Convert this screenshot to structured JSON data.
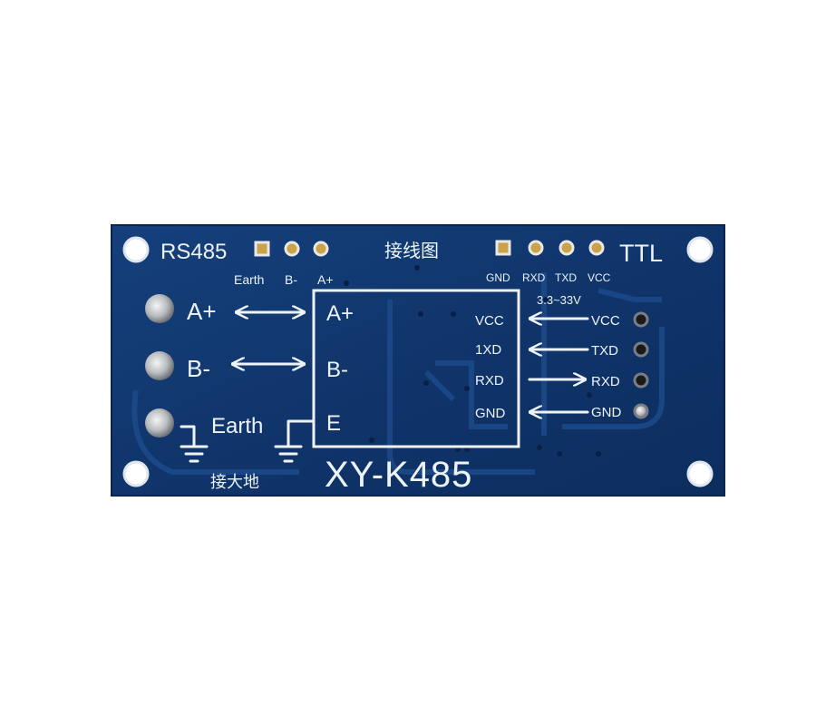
{
  "board": {
    "model": "XY-K485",
    "diagram_title": "接线图",
    "colors": {
      "pcb": "#10356b",
      "silkscreen": "#eef3f8",
      "trace": "#1a4684",
      "via": "#0a1f45"
    }
  },
  "rs485": {
    "header_label": "RS485",
    "pin_labels": [
      "Earth",
      "B-",
      "A+"
    ],
    "terminals": [
      {
        "label": "A+"
      },
      {
        "label": "B-"
      },
      {
        "label": "Earth"
      }
    ],
    "ground_note": "接大地"
  },
  "chip_box": {
    "left_labels": [
      "A+",
      "B-",
      "E"
    ],
    "right_labels": [
      "VCC",
      "1XD",
      "RXD",
      "GND"
    ]
  },
  "ttl": {
    "header_label": "TTL",
    "pin_labels": [
      "GND",
      "RXD",
      "TXD",
      "VCC"
    ],
    "voltage": "3.3~33V",
    "signals": [
      "VCC",
      "TXD",
      "RXD",
      "GND"
    ]
  }
}
